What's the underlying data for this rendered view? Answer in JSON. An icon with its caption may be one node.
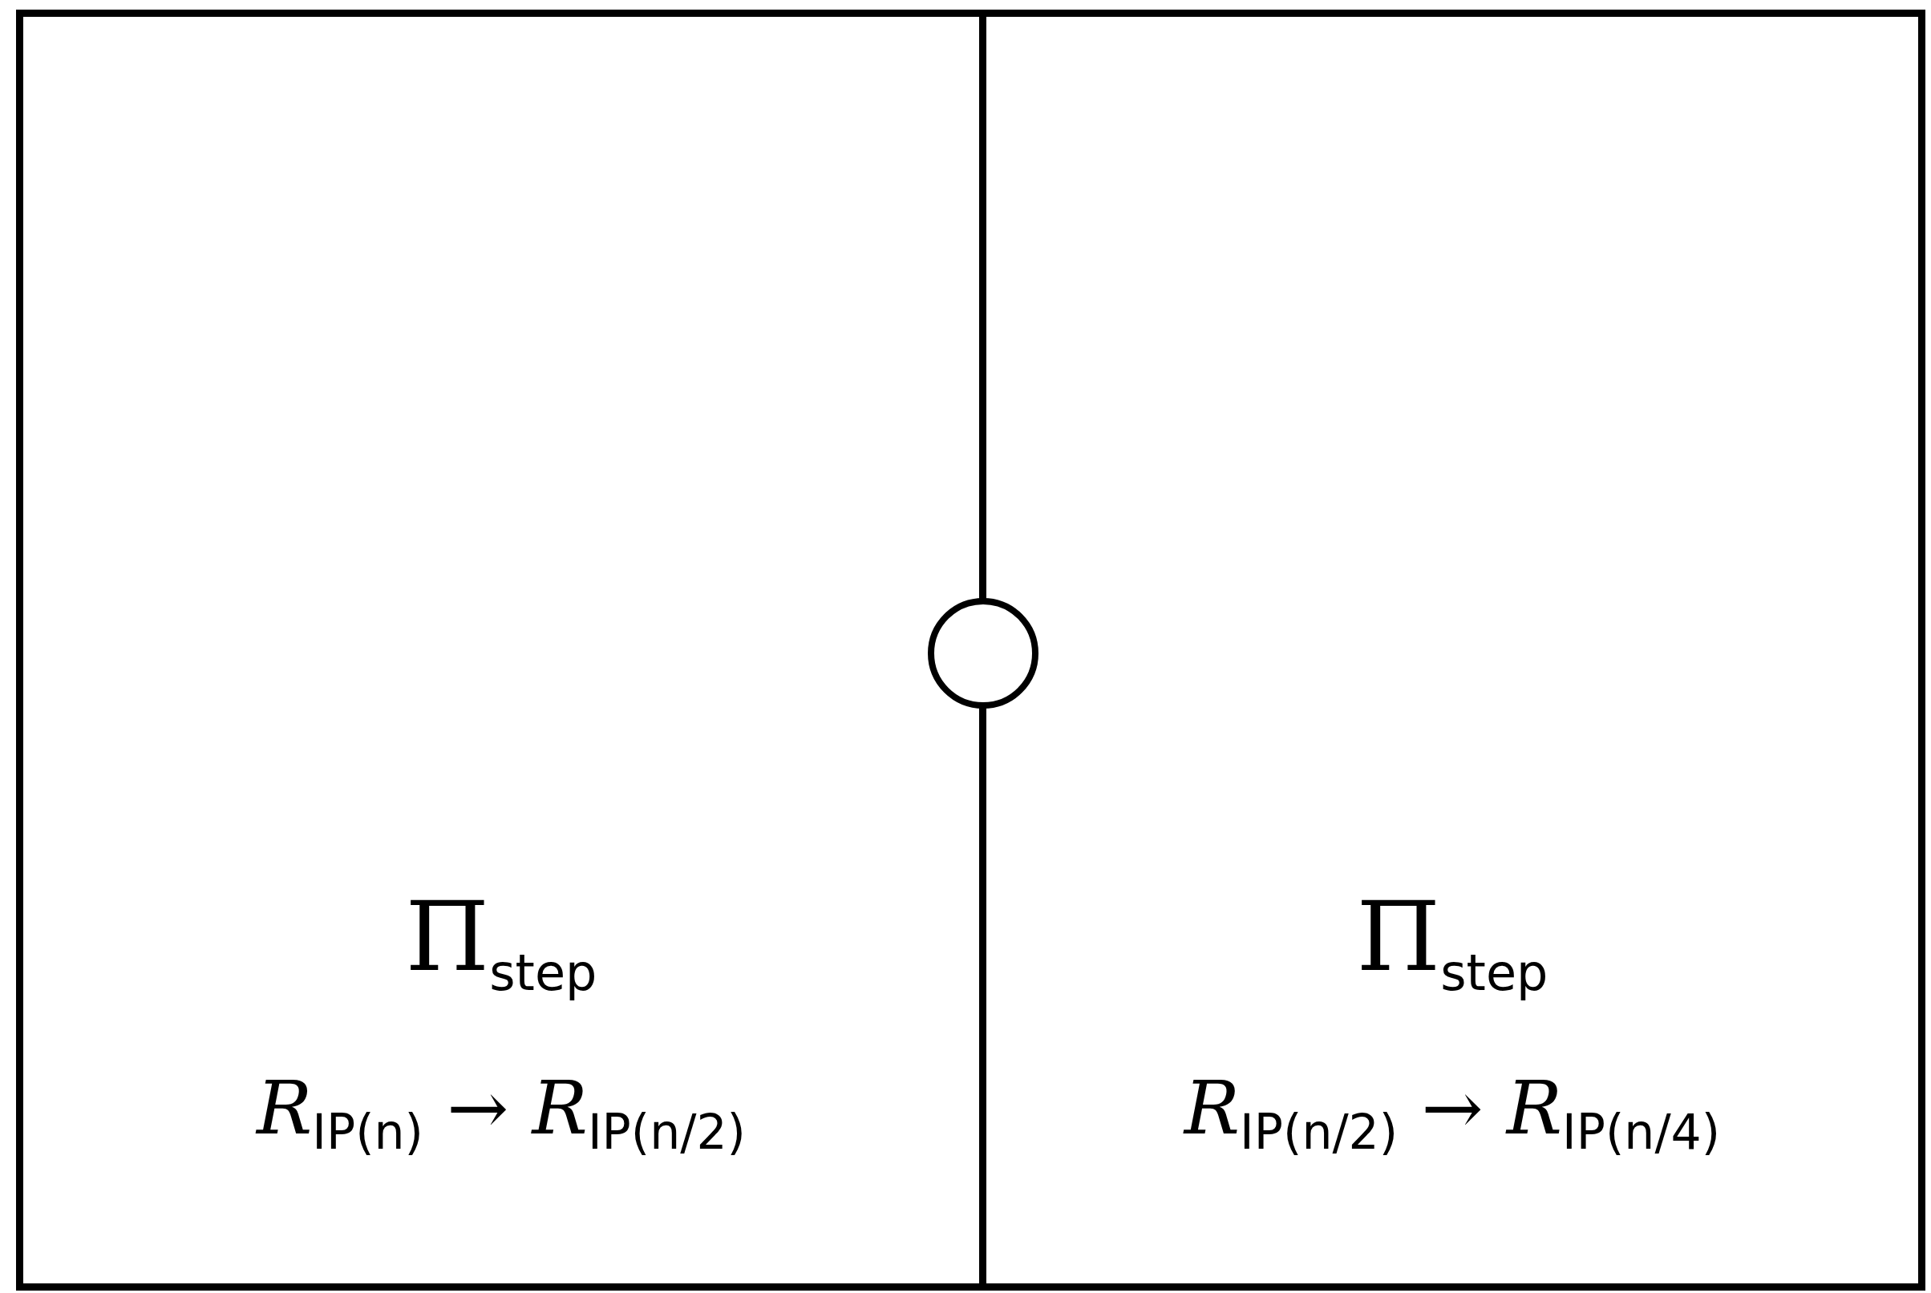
{
  "diagram": {
    "nodes": [
      {
        "text": [
          "Π$_{step}$",
          "*R*$_{IP(n)}$ → *R*$_{IP(n/2)}$"
        ]
      },
      {
        "text": [
          "Π$_{step}$",
          "*R*$_{IP(n/2)}$ → *R*$_{IP(n/4)}$"
        ]
      },
      {
        "text": [],
        "shape": "circle"
      }
    ]
  }
}
